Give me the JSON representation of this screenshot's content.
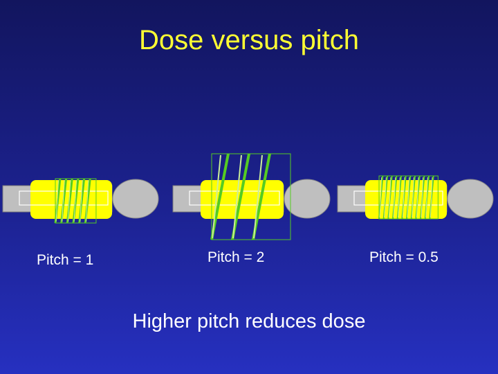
{
  "title": "Dose versus pitch",
  "panels": [
    {
      "label": "Pitch  = 1",
      "pitch": 1
    },
    {
      "label": "Pitch = 2",
      "pitch": 2
    },
    {
      "label": "Pitch  = 0.5",
      "pitch": 0.5
    }
  ],
  "conclusion": "Higher pitch reduces dose",
  "colors": {
    "title": "#ffff33",
    "text": "#ffffff",
    "table": "#bfbfbf",
    "body_region": "#ffff00",
    "helix": "#55cc22",
    "helix_pale": "#ccee99"
  }
}
